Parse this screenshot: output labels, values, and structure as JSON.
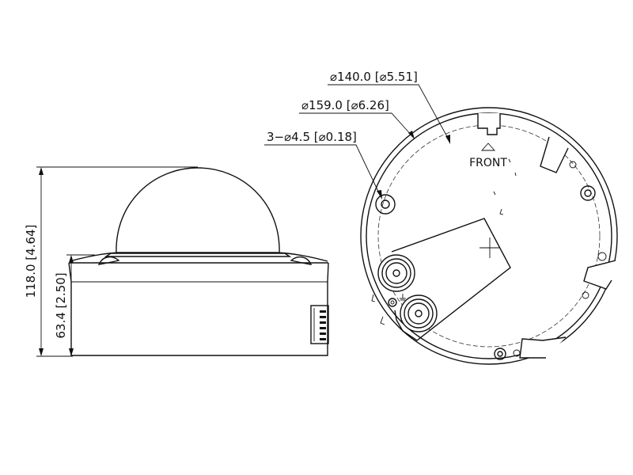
{
  "dimensions": {
    "diameter_inner": "⌀140.0 [⌀5.51]",
    "diameter_outer": "⌀159.0 [⌀6.26]",
    "mounting_holes": "3−⌀4.5 [⌀0.18]",
    "height_total": "118.0 [4.64]",
    "height_base": "63.4 [2.50]"
  },
  "labels": {
    "front": "FRONT"
  }
}
